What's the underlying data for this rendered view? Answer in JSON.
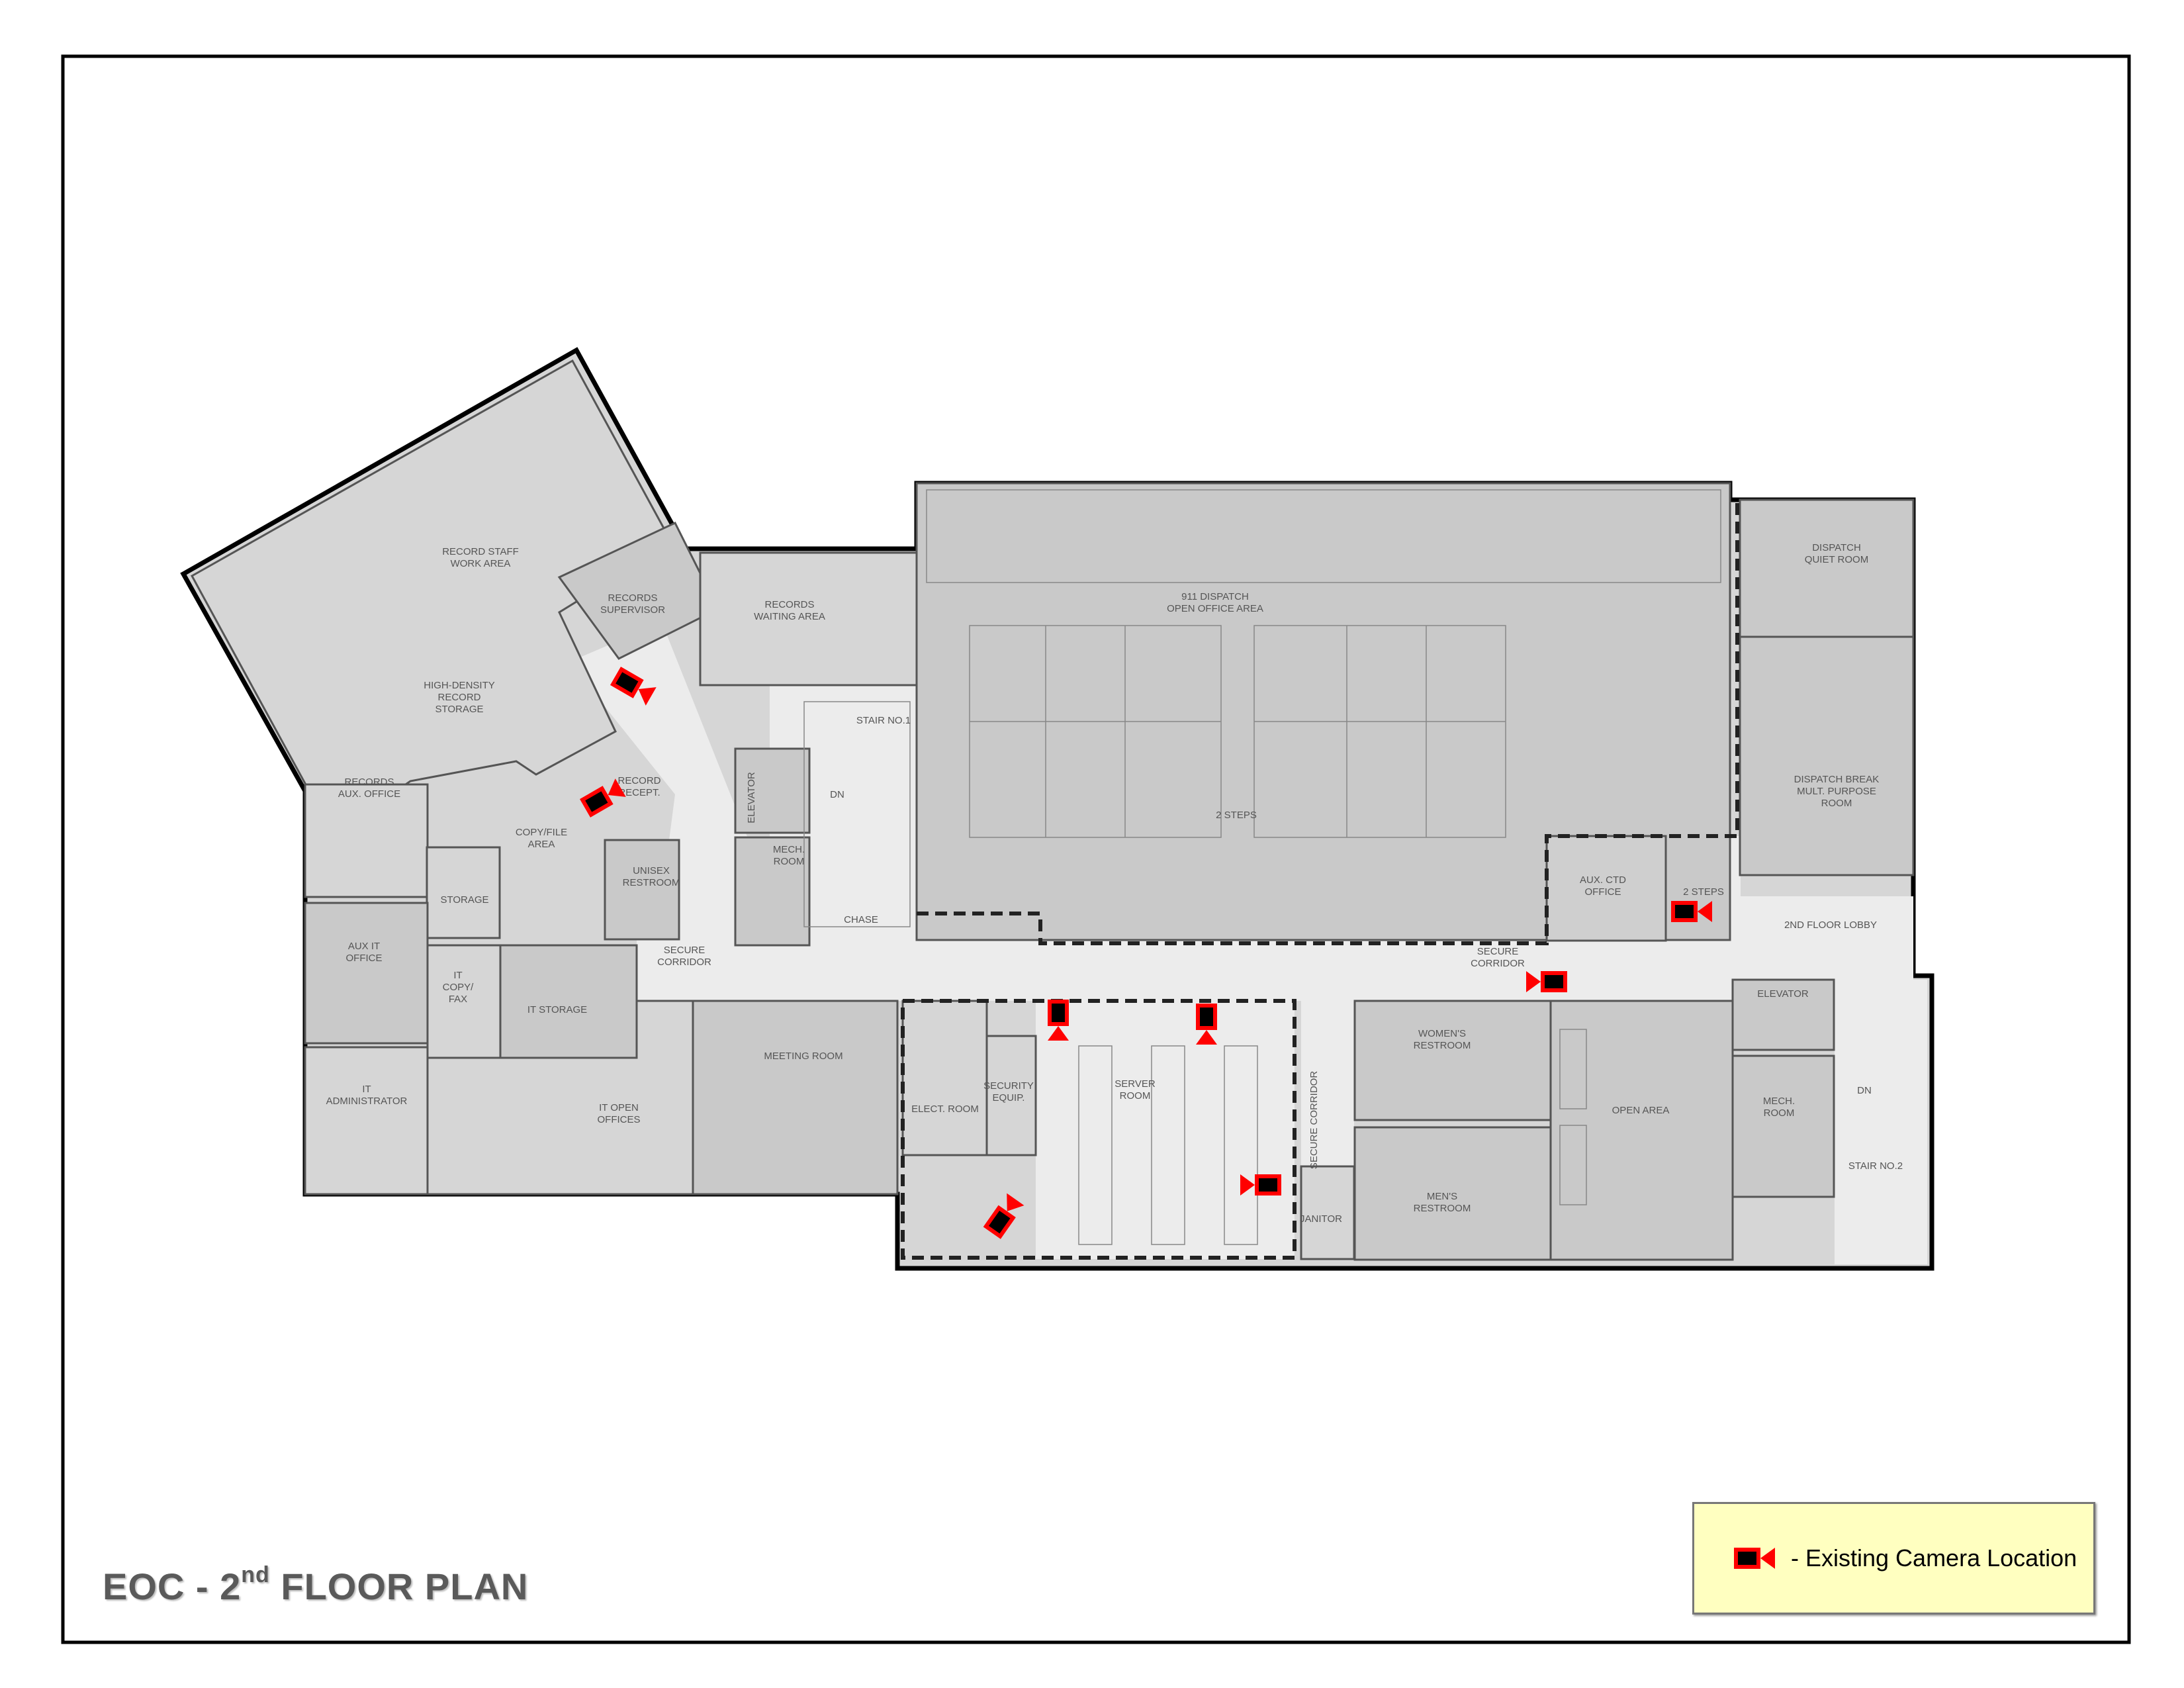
{
  "title": {
    "prefix": "EOC - 2",
    "sup": "nd",
    "suffix": " FLOOR PLAN"
  },
  "legend": {
    "label": "- Existing Camera Location",
    "icon": "video-camera-icon"
  },
  "colors": {
    "camera_body": "#ff0000",
    "camera_lens": "#000000",
    "legend_bg": "#ffffc0",
    "floor": "#d6d6d6",
    "corridor": "#ececec"
  },
  "rooms": {
    "record_staff": [
      "RECORD STAFF",
      "WORK AREA"
    ],
    "records_supervisor": [
      "RECORDS",
      "SUPERVISOR"
    ],
    "records_waiting": [
      "RECORDS",
      "WAITING AREA"
    ],
    "high_density": [
      "HIGH-DENSITY",
      "RECORD",
      "STORAGE"
    ],
    "records_aux": [
      "RECORDS",
      "AUX. OFFICE"
    ],
    "record_recept": [
      "RECORD",
      "RECEPT."
    ],
    "copy_file": [
      "COPY/FILE",
      "AREA"
    ],
    "storage": "STORAGE",
    "unisex": [
      "UNISEX",
      "RESTROOM"
    ],
    "elevator1": "ELEVATOR",
    "mech1": [
      "MECH.",
      "ROOM"
    ],
    "stair1": "STAIR NO.1",
    "dn1": "DN",
    "chase": "CHASE",
    "secure_corridor1": [
      "SECURE",
      "CORRIDOR"
    ],
    "aux_it": [
      "AUX IT",
      "OFFICE"
    ],
    "it_copy": [
      "IT",
      "COPY/",
      "FAX"
    ],
    "it_storage": "IT STORAGE",
    "it_admin": [
      "IT",
      "ADMINISTRATOR"
    ],
    "it_open": [
      "IT OPEN",
      "OFFICES"
    ],
    "meeting": "MEETING ROOM",
    "elect": "ELECT. ROOM",
    "security_equip": [
      "SECURITY",
      "EQUIP."
    ],
    "server": [
      "SERVER",
      "ROOM"
    ],
    "secure_corridor2": "SECURE CORRIDOR",
    "janitor": "JANITOR",
    "womens": [
      "WOMEN'S",
      "RESTROOM"
    ],
    "mens": [
      "MEN'S",
      "RESTROOM"
    ],
    "open_area": "OPEN AREA",
    "elevator2": "ELEVATOR",
    "mech2": [
      "MECH.",
      "ROOM"
    ],
    "dn2": "DN",
    "stair2": "STAIR NO.2",
    "dispatch_open": [
      "911  DISPATCH",
      "OPEN OFFICE AREA"
    ],
    "steps1": "2 STEPS",
    "aux_ctd": [
      "AUX. CTD",
      "OFFICE"
    ],
    "steps2": "2 STEPS",
    "quiet_room": [
      "DISPATCH",
      "QUIET ROOM"
    ],
    "break_room": [
      "DISPATCH BREAK",
      "MULT. PURPOSE",
      "ROOM"
    ],
    "lobby": "2ND FLOOR LOBBY",
    "secure_corridor3": [
      "SECURE",
      "CORRIDOR"
    ]
  }
}
